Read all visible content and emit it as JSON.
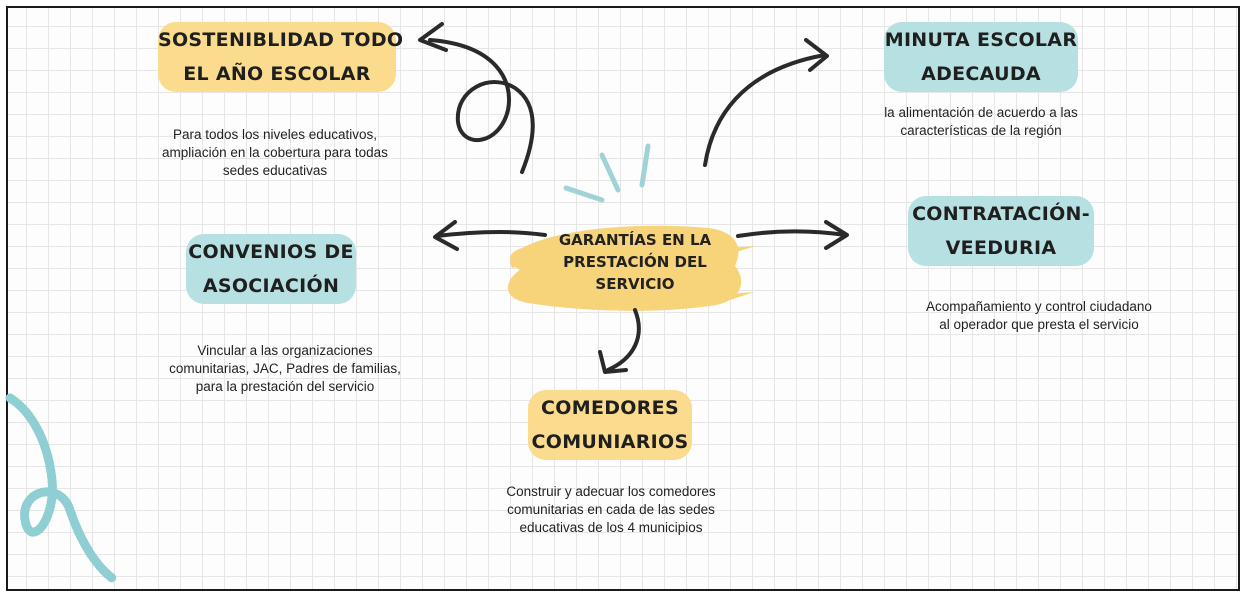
{
  "center": {
    "lines": [
      "GARANTÍAS EN LA",
      "PRESTACIÓN DEL",
      "SERVICIO"
    ]
  },
  "nodes": {
    "sostenibilidad": {
      "title": [
        "SOSTENIBLIDAD TODO",
        "EL AÑO ESCOLAR"
      ],
      "desc": [
        "Para todos los niveles educativos,",
        "ampliación en la cobertura para todas",
        "sedes educativas"
      ],
      "color": "#fbdc8e"
    },
    "minuta": {
      "title": [
        "MINUTA ESCOLAR",
        "ADECAUDA"
      ],
      "desc": [
        "la alimentación de acuerdo a las",
        "características  de la región"
      ],
      "color": "#b7e0e2"
    },
    "convenios": {
      "title": [
        "CONVENIOS DE",
        "ASOCIACIÓN"
      ],
      "desc": [
        "Vincular a las organizaciones",
        "comunitarias, JAC, Padres de familias,",
        "para la prestación del servicio"
      ],
      "color": "#b7e0e2"
    },
    "contratacion": {
      "title": [
        "CONTRATACIÓN-",
        "VEEDURIA"
      ],
      "desc": [
        "Acompañamiento y control ciudadano",
        "al operador que presta el servicio"
      ],
      "color": "#b7e0e2"
    },
    "comedores": {
      "title": [
        "COMEDORES",
        "COMUNIARIOS"
      ],
      "desc": [
        "Construir y adecuar los comedores",
        "comunitarias en cada de las sedes",
        "educativas de los 4 municipios"
      ],
      "color": "#fbdc8e"
    }
  },
  "colors": {
    "accent_yellow": "#fbdc8e",
    "accent_teal": "#b7e0e2",
    "arrow": "#2a2a2a",
    "squiggle": "#8fcfd3"
  }
}
